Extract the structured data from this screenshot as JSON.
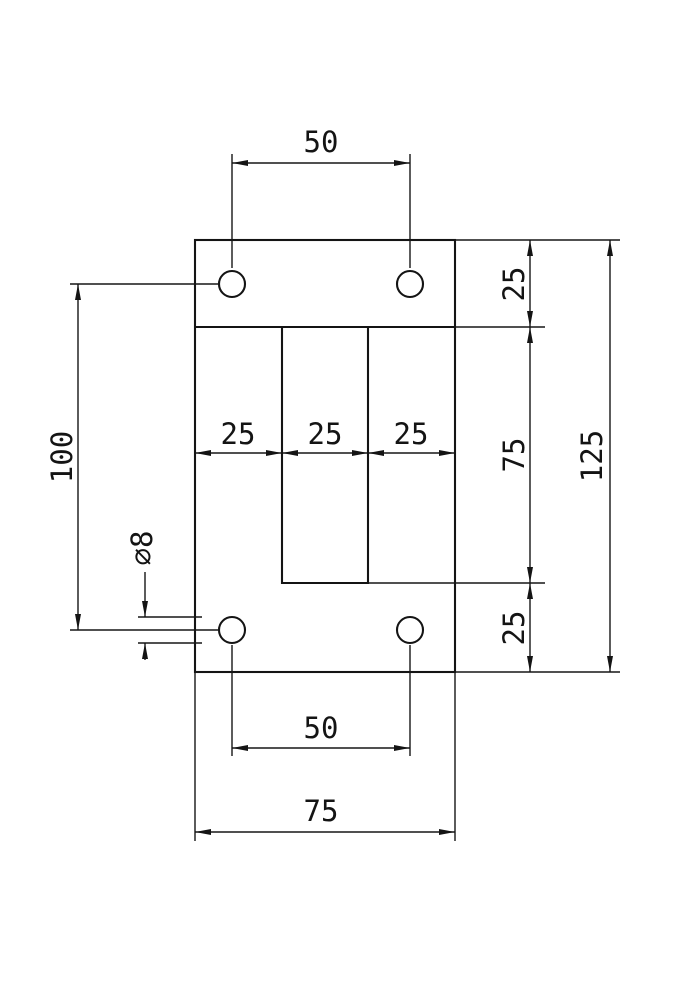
{
  "drawing": {
    "kind": "engineering-dimension-drawing",
    "part": "rectangular plate with central slot and four drilled holes",
    "background": "#ffffff",
    "line_color": "#141414",
    "dims": {
      "top_hole_spacing": "50",
      "mid_left": "25",
      "mid_slot": "25",
      "mid_right": "25",
      "left_hole_spacing": "100",
      "hole_diameter": "⌀8",
      "right_top": "25",
      "right_mid": "75",
      "right_bottom": "25",
      "total_height": "125",
      "bottom_hole_spacing": "50",
      "total_width": "75"
    }
  }
}
